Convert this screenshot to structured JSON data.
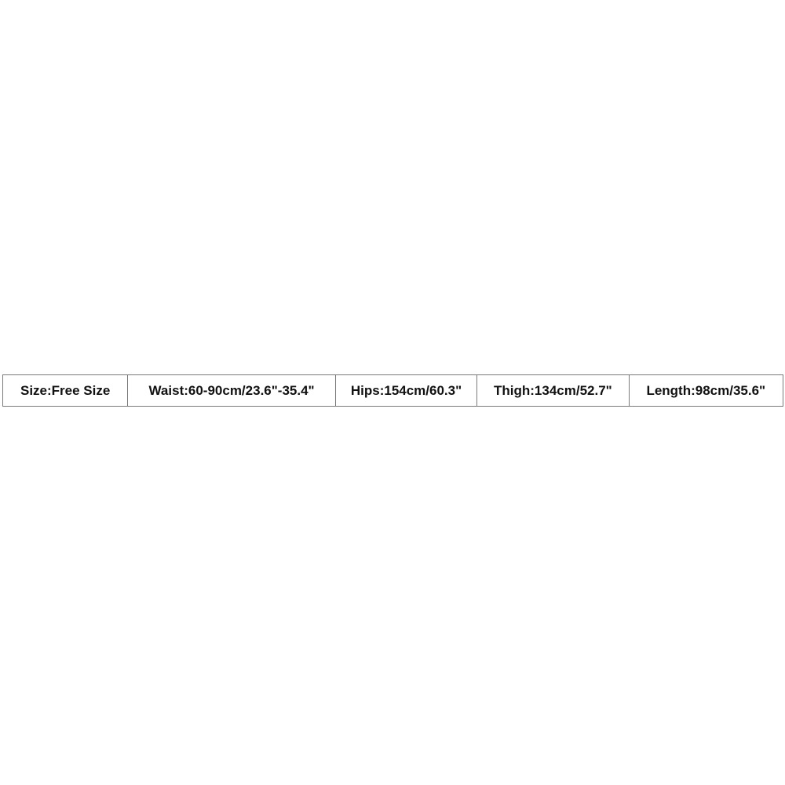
{
  "size_chart": {
    "cells": [
      "Size:Free Size",
      "Waist:60-90cm/23.6\"-35.4\"",
      "Hips:154cm/60.3\"",
      "Thigh:134cm/52.7\"",
      "Length:98cm/35.6\""
    ]
  },
  "colors": {
    "background": "#ffffff",
    "border": "#7a7a7a",
    "text": "#111111"
  }
}
